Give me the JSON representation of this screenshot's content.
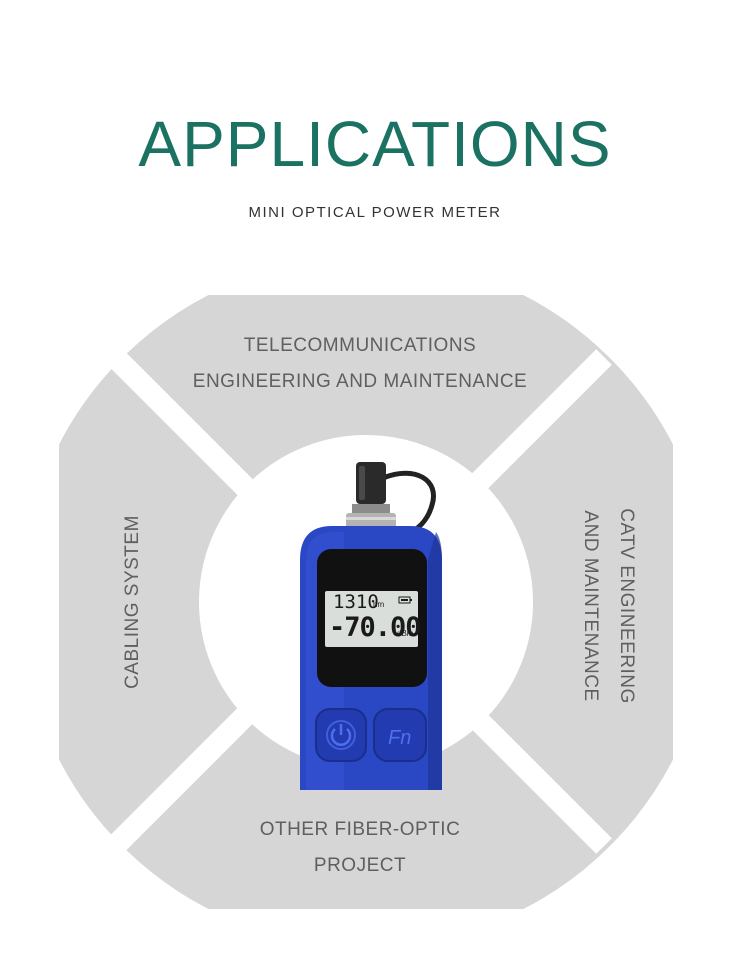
{
  "colors": {
    "title": "#1b7262",
    "segment_fill": "#d6d6d6",
    "segment_text": "#5f5f5f",
    "device_body": "#2a47c4",
    "lcd_background": "#d9dedb"
  },
  "header": {
    "title": "APPLICATIONS",
    "subtitle": "MINI OPTICAL POWER METER"
  },
  "segments": {
    "top": {
      "line1": "TELECOMMUNICATIONS",
      "line2": "ENGINEERING AND MAINTENANCE"
    },
    "right": {
      "line1": "CATV ENGINEERING",
      "line2": "AND MAINTENANCE"
    },
    "bottom": {
      "line1": "OTHER FIBER-OPTIC",
      "line2": "PROJECT"
    },
    "left": {
      "line1": "CABLING SYSTEM"
    }
  },
  "device": {
    "wavelength": "1310",
    "wavelength_unit": "nm",
    "power": "-70.00",
    "power_unit": "dBm",
    "buttons": [
      {
        "icon": "power-icon"
      },
      {
        "icon": "fn-icon",
        "label": "Fn"
      }
    ],
    "battery_icon": "battery-icon"
  }
}
